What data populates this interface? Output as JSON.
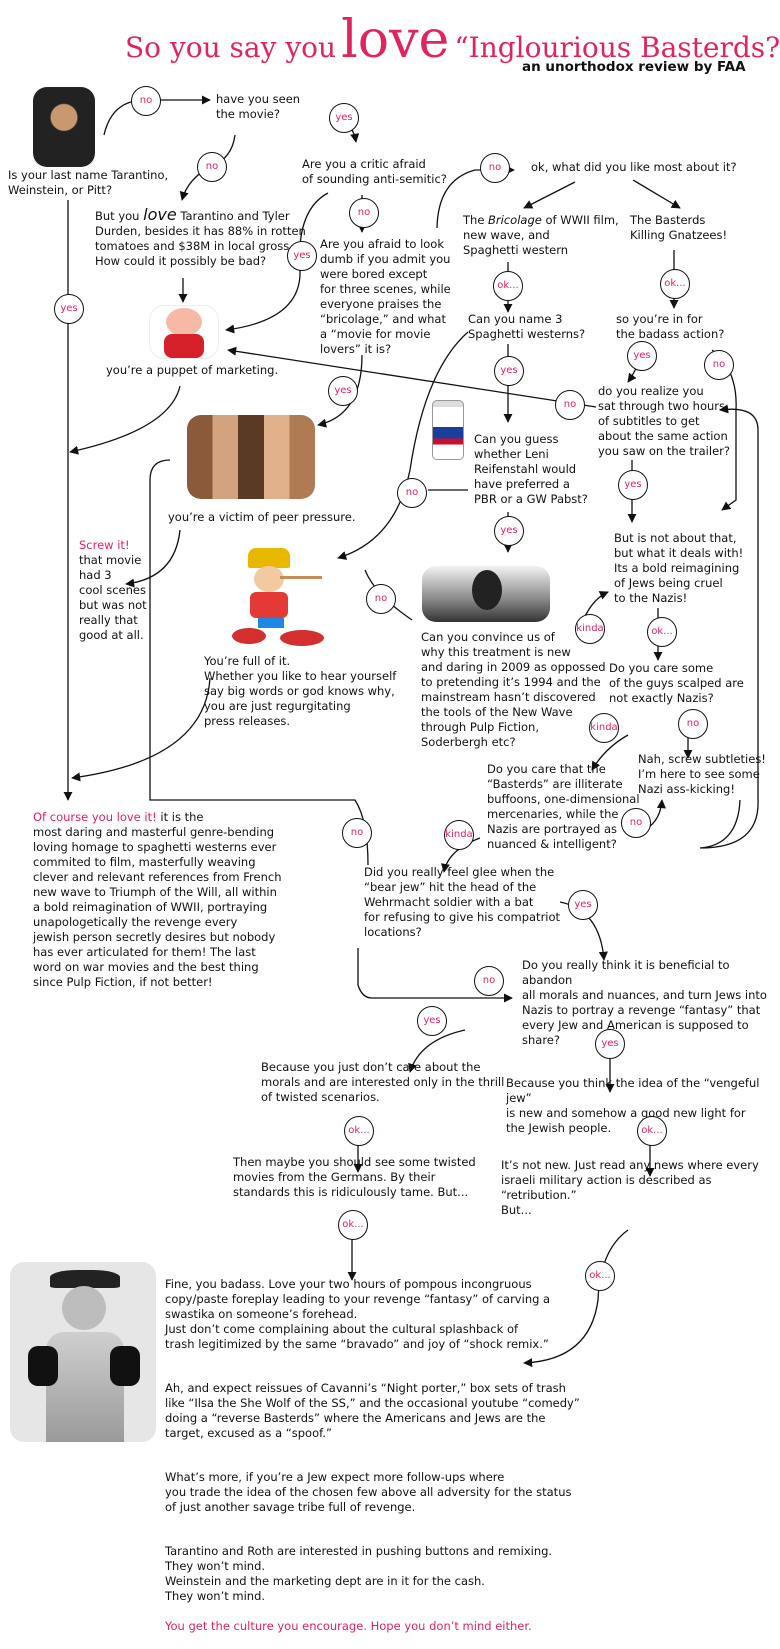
{
  "header": {
    "title_pre": "So you say you",
    "title_love": "love",
    "title_movie": "“Inglourious Basterds?”",
    "subtitle": "an unorthodox review by FAA"
  },
  "nodes": {
    "q_lastname": "Is your last name Tarantino,\nWeinstein, or Pitt?",
    "q_seen": "have you seen\nthe movie?",
    "q_critic": "Are you a critic afraid\nof sounding anti-semitic?",
    "q_liked": "ok, what did you like most about it?",
    "q_but_pre": "But you ",
    "q_but_love": "love",
    "q_but_post": " Tarantino and Tyler\nDurden, besides it has 88% in rotten\ntomatoes and $38M in local gross.\nHow could it possibly be bad?",
    "q_afraid": "Are you afraid to look\ndumb if you admit you\nwere bored except\nfor three scenes, while\neveryone praises the\n“bricolage,” and what\na “movie for movie\nlovers” it is?",
    "a_bricolage_pre": "The ",
    "a_bricolage_em": "Bricolage",
    "a_bricolage_post": " of WWII film,\nnew wave, and\nSpaghetti western",
    "a_basterds": "The Basterds\nKilling Gnatzees!",
    "q_spaghetti": "Can you name 3\nSpaghetti westerns?",
    "q_badass": "so you’re in for\nthe badass action?",
    "r_puppet": "you’re a puppet of marketing.",
    "q_subtitles": "do you realize you\nsat through two hours\nof subtitles to get\nabout the same action\nyou saw on the trailer?",
    "q_pbr": "Can you guess\nwhether Leni\nReifenstahl would\nhave preferred a\nPBR  or a GW Pabst?",
    "r_peer": "you’re a victim of peer pressure.",
    "screw_pink": "Screw it!",
    "screw_text": "that movie\nhad 3\ncool scenes\nbut was not\nreally that\ngood at all.",
    "q_notabout": "But is not about that,\nbut what it deals with!\nIts a bold reimagining\nof Jews being cruel\nto the Nazis!",
    "q_convince": "Can you convince us of\nwhy this treatment is new\nand daring in 2009 as oppossed\nto pretending it’s 1994 and the\nmainstream hasn’t discovered\nthe tools of the New Wave\nthrough Pulp Fiction,\nSoderbergh etc?",
    "r_fullofit": "You’re full of it.\nWhether you like to hear yourself\nsay big words or god knows why,\n you are just regurgitating\npress releases.",
    "q_scalped": "Do you care some\nof the guys scalped are\nnot exactly Nazis?",
    "a_nah": "Nah, screw subtleties!\nI’m here to see some\nNazi ass-kicking!",
    "q_buffoons": "Do you care that the\n“Basterds” are illiterate\nbuffoons, one-dimensional\nmercenaries, while the\nNazis are portrayed as\nnuanced & intelligent?",
    "love_pink": "Of course you love it!",
    "love_text": " it is the\nmost daring and masterful genre-bending\nloving homage to spaghetti westerns ever\ncommited to film, masterfully weaving\nclever and relevant references from French\nnew wave to Triumph of the Will, all within\na bold reimagination of WWII, portraying\nunapologetically the revenge every\njewish person secretly desires but nobody\nhas ever articulated for them! The last\nword on war movies and the best thing\nsince Pulp Fiction, if not better!",
    "q_glee": "Did you really feel glee when the\n“bear jew” hit the head of the\nWehrmacht soldier with a bat\nfor refusing to give his compatriot\nlocations?",
    "q_beneficial": "Do you really think it is beneficial to abandon\nall morals and nuances, and turn Jews into\nNazis to portray a  revenge “fantasy”  that\nevery Jew and American is supposed to\nshare?",
    "r_dontcare": "Because you just don’t care about the\nmorals and are interested only in the thrill\nof twisted scenarios.",
    "r_vengeful": "Because you think the idea of the “vengeful jew”\nis new and somehow a good new light for\nthe Jewish people.",
    "r_twisted": "Then maybe you should see some twisted\nmovies from the Germans. By their\nstandards this is ridiculously tame. But...",
    "r_notnew": "It’s not new. Just read any news where every\nisraeli military action is described as “retribution.”\nBut...",
    "final_p1": "Fine, you badass. Love your two hours of pompous incongruous\ncopy/paste foreplay leading to your revenge “fantasy” of carving a\nswastika on someone’s forehead.\nJust don’t come complaining about the cultural splashback of\ntrash legitimized by the same “bravado”  and joy of “shock remix.”",
    "final_p2": "Ah, and expect reissues of Cavanni’s “Night porter,” box sets of trash\n like “Ilsa the She Wolf of the SS,” and the occasional youtube “comedy”\ndoing a “reverse Basterds” where the Americans and Jews are the\ntarget, excused as a “spoof.”",
    "final_p3": "What’s more, if you’re a Jew  expect more follow-ups where\nyou trade the idea of the chosen few above all adversity for the status\nof just another savage tribe full of revenge.",
    "final_p4": "Tarantino and Roth are interested in pushing buttons and remixing.\nThey won’t mind.\nWeinstein and the marketing dept are in it for the cash.\nThey won’t mind.",
    "final_pink": "You get the culture you encourage. Hope you don’t mind either."
  },
  "labels": {
    "no": "no",
    "yes": "yes",
    "ok": "ok...",
    "kinda": "kinda"
  },
  "colors": {
    "accent": "#e0245e",
    "line": "#111111"
  },
  "images": [
    "portrait-photo",
    "puppet-photo",
    "kids-photo",
    "pbr-can",
    "pinocchio",
    "boy-photo",
    "night-porter-photo"
  ]
}
